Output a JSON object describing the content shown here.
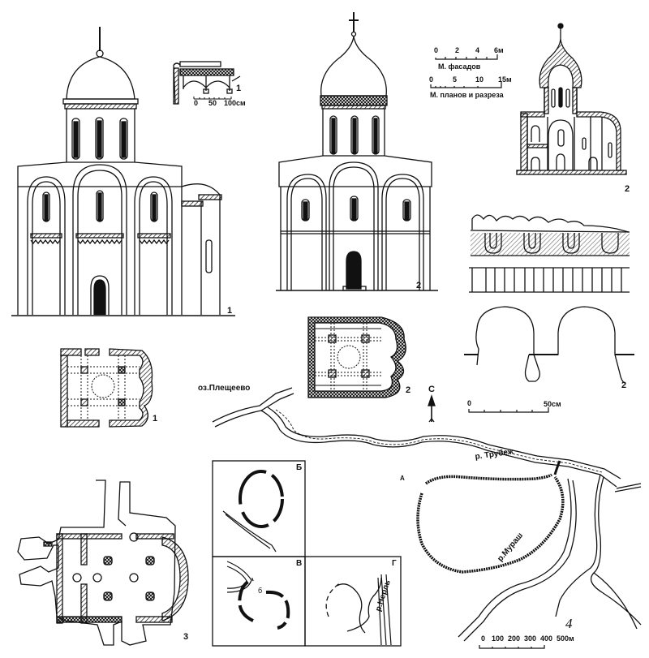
{
  "figure": {
    "language": "ru",
    "panels": [
      {
        "id": "1",
        "label": "1",
        "title": "church-facade-1"
      },
      {
        "id": "1-plan",
        "label": "1",
        "title": "church-plan-1"
      },
      {
        "id": "1-detail",
        "label": "1",
        "title": "arcature-belt-detail-1"
      },
      {
        "id": "2",
        "label": "2",
        "title": "church-facade-2"
      },
      {
        "id": "2-section",
        "label": "2",
        "title": "church-section-2"
      },
      {
        "id": "2-plan",
        "label": "2",
        "title": "church-plan-2"
      },
      {
        "id": "2-detail",
        "label": "2",
        "title": "frieze-and-arch-detail-2"
      },
      {
        "id": "3",
        "label": "3",
        "title": "excavated-plan-3"
      },
      {
        "id": "4",
        "label": "4",
        "title": "town-map-4"
      }
    ]
  },
  "scales": {
    "detail1": {
      "ticks": [
        "0",
        "50",
        "100см"
      ]
    },
    "facades": {
      "ticks": [
        "0",
        "2",
        "4",
        "6м"
      ],
      "caption": "М. фасадов"
    },
    "plans": {
      "ticks": [
        "0",
        "5",
        "10",
        "15м"
      ],
      "caption": "М. планов и разреза"
    },
    "detail2": {
      "ticks": [
        "0",
        "50см"
      ]
    },
    "map": {
      "ticks": [
        "0",
        "100",
        "200",
        "300",
        "400",
        "500м"
      ]
    }
  },
  "map": {
    "lake_label": "оз.Плещеево",
    "north_label": "С",
    "river_trubezh": "р. Трубеж",
    "river_murash": "р.Мураш",
    "river_nerl": "р.Нерль",
    "point_a": "А",
    "point_b_small": "б",
    "inset_labels": [
      "Б",
      "В",
      "Г"
    ],
    "figure_number": "4"
  },
  "labels": {
    "n1_facade": "1",
    "n1_detail": "1",
    "n1_plan": "1",
    "n2_facade": "2",
    "n2_section": "2",
    "n2_plan": "2",
    "n2_detail": "2",
    "n3_plan": "3"
  }
}
